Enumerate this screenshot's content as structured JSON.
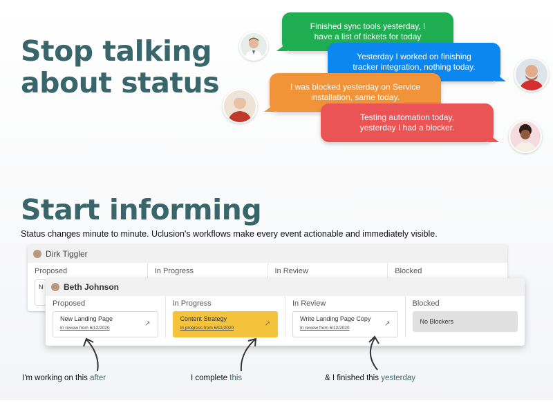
{
  "hero": {
    "title_line1": "Stop talking",
    "title_line2": "about status"
  },
  "messages": [
    {
      "text": "Finished sync tools yesterday, I have a list of tickets for today",
      "color": "#1fae52"
    },
    {
      "text": "Yesterday I worked on finishing tracker integration, nothing today.",
      "color": "#0d87f0"
    },
    {
      "text": "I was blocked yesterday on Service installation, same today.",
      "color": "#f19338"
    },
    {
      "text": "Testing automation today, yesterday I had a blocker.",
      "color": "#ea5455"
    }
  ],
  "section": {
    "title": "Start informing",
    "subtitle": "Status changes minute to minute. Uclusion's workflows make every event actionable and immediately visible."
  },
  "board_back": {
    "owner": "Dirk Tiggler",
    "columns": [
      "Proposed",
      "In Progress",
      "In Review",
      "Blocked"
    ],
    "card_fragment": "N"
  },
  "board_front": {
    "owner": "Beth Johnson",
    "columns": [
      "Proposed",
      "In Progress",
      "In Review",
      "Blocked"
    ],
    "cards": [
      {
        "title": "New Landing Page",
        "sub": "In review from 6/12/2020"
      },
      {
        "title": "Content Strategy",
        "sub": "In progress from 6/11/2020"
      },
      {
        "title": "Write Landing Page Copy",
        "sub": "In review from 6/12/2020"
      },
      {
        "title": "No Blockers"
      }
    ]
  },
  "captions": [
    {
      "text": "I'm working on this ",
      "highlight": "after"
    },
    {
      "text": "I complete ",
      "highlight": "this"
    },
    {
      "text": "& I finished this ",
      "highlight": "yesterday"
    }
  ],
  "colors": {
    "headline": "#38666b",
    "accent_card": "#f4c33c",
    "highlight": "#3c6b70"
  }
}
